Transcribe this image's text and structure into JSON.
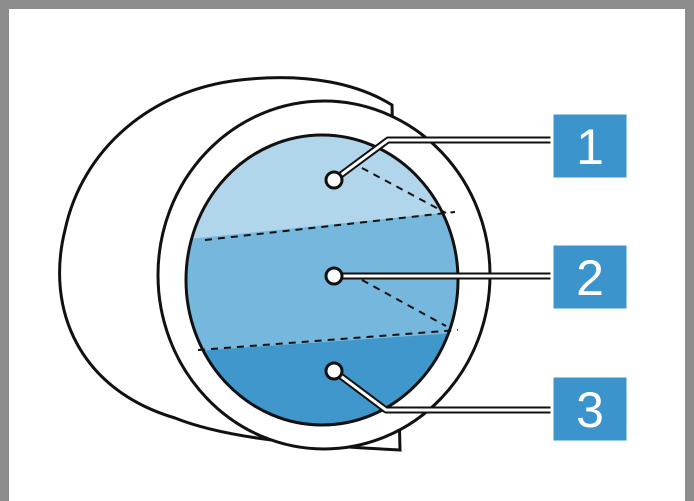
{
  "diagram": {
    "colors": {
      "frame": "#8c8c8c",
      "layer_top": "#b1d6ec",
      "layer_middle": "#76b8dd",
      "layer_bottom": "#3f97cc",
      "callout_box": "#3b95cc",
      "callout_text": "#ffffff",
      "outline": "#111111"
    },
    "callouts": [
      {
        "label": "1"
      },
      {
        "label": "2"
      },
      {
        "label": "3"
      }
    ]
  }
}
